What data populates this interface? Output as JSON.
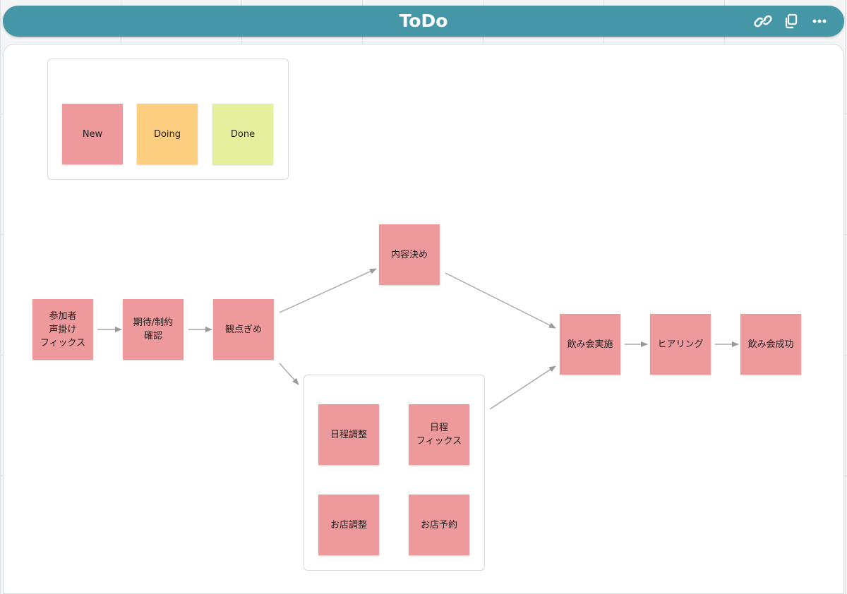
{
  "board": {
    "title": "ToDo"
  },
  "header_icons": [
    "link-icon",
    "copy-icon",
    "more-icon"
  ],
  "colors": {
    "header": "#4597a8",
    "new": "#ee9a9c",
    "doing": "#fdcd80",
    "done": "#e5ef9d"
  },
  "legend": {
    "new": "New",
    "doing": "Doing",
    "done": "Done"
  },
  "nodes": {
    "participants": "参加者\n声掛け\nフィックス",
    "expectations": "期待/制約\n確認",
    "viewpoints": "観点ぎめ",
    "content": "内容決め",
    "schedule_adjust": "日程調整",
    "schedule_fix": "日程\nフィックス",
    "shop_adjust": "お店調整",
    "shop_reserve": "お店予約",
    "party": "飲み会実施",
    "hearing": "ヒアリング",
    "success": "飲み会成功"
  }
}
